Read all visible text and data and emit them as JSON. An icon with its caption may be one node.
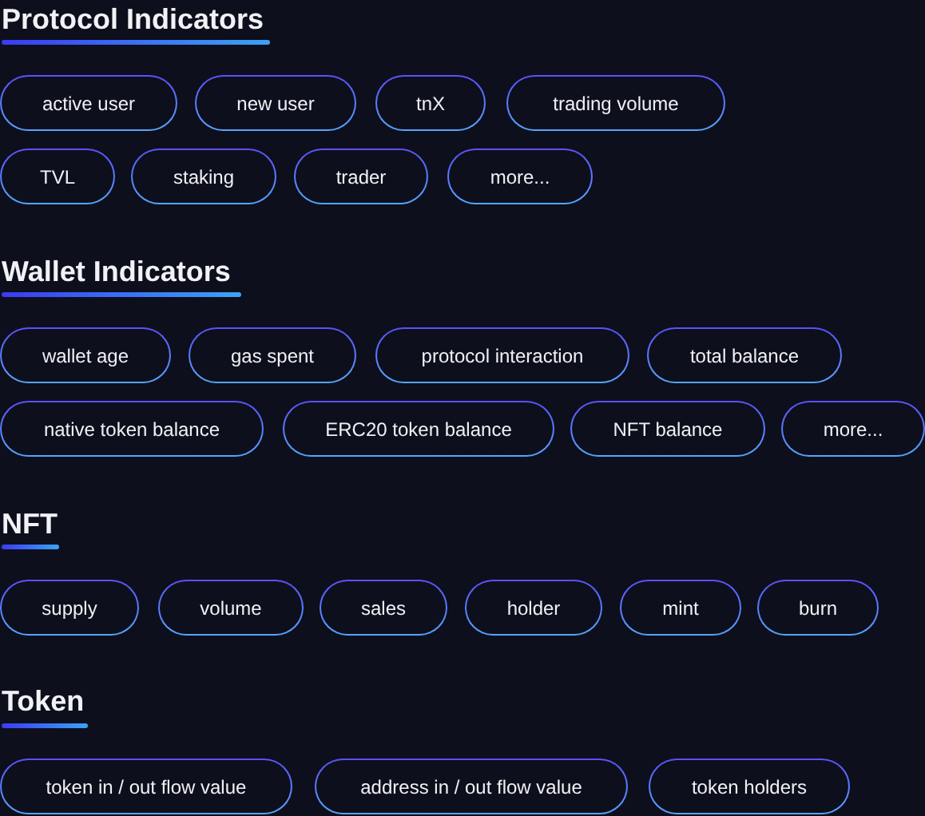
{
  "diagram": {
    "nodes": [
      {
        "text": [
          "active user"
        ]
      },
      {
        "text": [
          "new user"
        ]
      },
      {
        "text": [
          "tnX"
        ]
      },
      {
        "text": [
          "trading volume"
        ]
      },
      {
        "text": [
          "TVL"
        ]
      },
      {
        "text": [
          "staking"
        ]
      },
      {
        "text": [
          "trader"
        ]
      },
      {
        "text": [
          "more..."
        ]
      },
      {
        "text": [
          "wallet age"
        ]
      },
      {
        "text": [
          "gas spent"
        ]
      },
      {
        "text": [
          "protocol interaction"
        ]
      },
      {
        "text": [
          "total balance"
        ]
      },
      {
        "text": [
          "native token balance"
        ]
      },
      {
        "text": [
          "ERC20 token balance"
        ]
      },
      {
        "text": [
          "NFT balance"
        ]
      },
      {
        "text": [
          "more..."
        ]
      },
      {
        "text": [
          "supply"
        ]
      },
      {
        "text": [
          "volume"
        ]
      },
      {
        "text": [
          "sales"
        ]
      },
      {
        "text": [
          "holder"
        ]
      },
      {
        "text": [
          "mint"
        ]
      },
      {
        "text": [
          "burn"
        ]
      },
      {
        "text": [
          "token in / out flow value"
        ]
      },
      {
        "text": [
          "address in / out flow value"
        ]
      },
      {
        "text": [
          "token holders"
        ]
      }
    ],
    "labels": [
      "Protocol Indicators",
      "Wallet Indicators",
      "NFT",
      "Token"
    ]
  }
}
